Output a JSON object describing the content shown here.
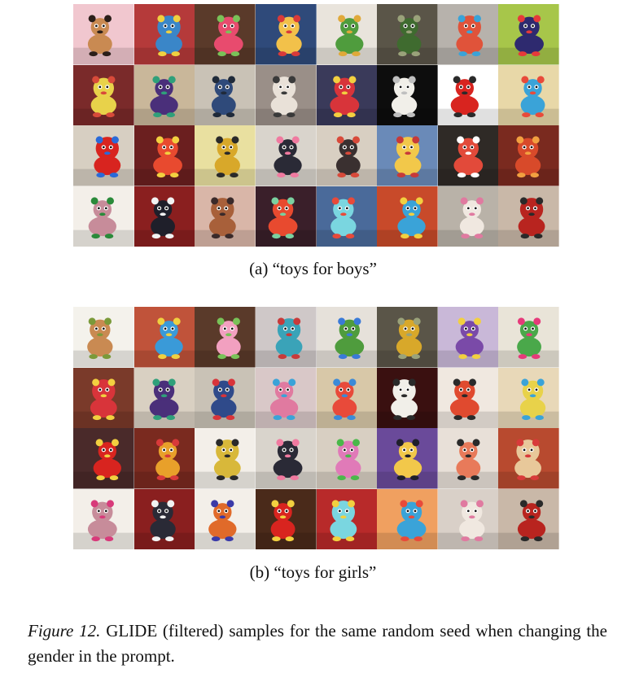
{
  "figure": {
    "number_label": "Figure 12.",
    "caption_text": "GLIDE (filtered) samples for the same random seed when changing the gender in the prompt."
  },
  "panels": [
    {
      "id": "a",
      "caption": "(a) “toys for boys”",
      "images": [
        {
          "bg": "#f1c7cf",
          "fg": "#c98a52",
          "accent": "#2b1f1a"
        },
        {
          "bg": "#b53a3a",
          "fg": "#3a86c8",
          "accent": "#f0d040"
        },
        {
          "bg": "#5a3a2a",
          "fg": "#e84b6e",
          "accent": "#79c258"
        },
        {
          "bg": "#2f4a7a",
          "fg": "#f2c14a",
          "accent": "#d83a3a"
        },
        {
          "bg": "#e9e4dc",
          "fg": "#4f9c3d",
          "accent": "#e0a93a"
        },
        {
          "bg": "#5a5548",
          "fg": "#3f6b2f",
          "accent": "#9aa27a"
        },
        {
          "bg": "#b7b2ac",
          "fg": "#e0533a",
          "accent": "#3aa3d8"
        },
        {
          "bg": "#a7c64a",
          "fg": "#2e2a6f",
          "accent": "#e63a3a"
        },
        {
          "bg": "#7a2a2a",
          "fg": "#e8d24a",
          "accent": "#d84a3a"
        },
        {
          "bg": "#c9b79a",
          "fg": "#4a2f7a",
          "accent": "#2fa07a"
        },
        {
          "bg": "#c9c2b6",
          "fg": "#2f4a7a",
          "accent": "#1f2a3a"
        },
        {
          "bg": "#9a8f88",
          "fg": "#e9e1d8",
          "accent": "#3a3a3a"
        },
        {
          "bg": "#3a3a5a",
          "fg": "#d8343a",
          "accent": "#f2d040"
        },
        {
          "bg": "#0d0d0d",
          "fg": "#f1efe9",
          "accent": "#bfbfbf"
        },
        {
          "bg": "#ffffff",
          "fg": "#d8241f",
          "accent": "#2a2a2a"
        },
        {
          "bg": "#e8d8a8",
          "fg": "#3aa3d8",
          "accent": "#e84a3a"
        },
        {
          "bg": "#d7cfc2",
          "fg": "#d8241f",
          "accent": "#2a6ad8"
        },
        {
          "bg": "#6b1f1f",
          "fg": "#e84a2f",
          "accent": "#f2d040"
        },
        {
          "bg": "#e9e0a0",
          "fg": "#d8a82a",
          "accent": "#2a2a2a"
        },
        {
          "bg": "#d9d4cc",
          "fg": "#2a2a36",
          "accent": "#f07aa0"
        },
        {
          "bg": "#d8cfc2",
          "fg": "#3a3030",
          "accent": "#d84a3a"
        },
        {
          "bg": "#6a8ab8",
          "fg": "#f2c84a",
          "accent": "#c63a3a"
        },
        {
          "bg": "#2f2a26",
          "fg": "#e24a3a",
          "accent": "#ffffff"
        },
        {
          "bg": "#7a2a1f",
          "fg": "#d84a2a",
          "accent": "#f2a040"
        },
        {
          "bg": "#f3efe9",
          "fg": "#c78c9a",
          "accent": "#2a8a3a"
        },
        {
          "bg": "#8a1f1f",
          "fg": "#1f1f2a",
          "accent": "#f2f2f2"
        },
        {
          "bg": "#d9b6a8",
          "fg": "#a8603a",
          "accent": "#3a2a2a"
        },
        {
          "bg": "#3a1f2a",
          "fg": "#e84a2f",
          "accent": "#7ad0a0"
        },
        {
          "bg": "#4a6a9a",
          "fg": "#7ad6e0",
          "accent": "#e84a3a"
        },
        {
          "bg": "#c84a2a",
          "fg": "#3aa3d8",
          "accent": "#f2d040"
        },
        {
          "bg": "#b9b2a8",
          "fg": "#f0e8e0",
          "accent": "#e07aa0"
        },
        {
          "bg": "#c9b8a8",
          "fg": "#b8241f",
          "accent": "#2a2a2a"
        }
      ]
    },
    {
      "id": "b",
      "caption": "(b) “toys for girls”",
      "images": [
        {
          "bg": "#f4f2ec",
          "fg": "#c98a52",
          "accent": "#7a9a3a"
        },
        {
          "bg": "#c0533a",
          "fg": "#3a9ad8",
          "accent": "#f0d040"
        },
        {
          "bg": "#5a3a2a",
          "fg": "#f2a0c0",
          "accent": "#79c258"
        },
        {
          "bg": "#cfc8c8",
          "fg": "#3aa3b8",
          "accent": "#c83a3a"
        },
        {
          "bg": "#e6e1da",
          "fg": "#4f9c3d",
          "accent": "#3a7ad8"
        },
        {
          "bg": "#5a5548",
          "fg": "#d8a82a",
          "accent": "#9aa27a"
        },
        {
          "bg": "#c9b8d8",
          "fg": "#7a4aa8",
          "accent": "#f2d040"
        },
        {
          "bg": "#e9e4d8",
          "fg": "#4aa84a",
          "accent": "#e63a7a"
        },
        {
          "bg": "#7a3a2a",
          "fg": "#d8343a",
          "accent": "#f2d040"
        },
        {
          "bg": "#d9d0c2",
          "fg": "#4a2f7a",
          "accent": "#2fa07a"
        },
        {
          "bg": "#c9c2b6",
          "fg": "#2f4a8a",
          "accent": "#d8343a"
        },
        {
          "bg": "#d9c8c8",
          "fg": "#e07aa0",
          "accent": "#3aa3d8"
        },
        {
          "bg": "#d8c8a8",
          "fg": "#e84a3a",
          "accent": "#3a8ad8"
        },
        {
          "bg": "#3a1010",
          "fg": "#f1efe9",
          "accent": "#2a2a2a"
        },
        {
          "bg": "#f0e8e0",
          "fg": "#e04a2f",
          "accent": "#2a2a2a"
        },
        {
          "bg": "#e8d8b8",
          "fg": "#e8d24a",
          "accent": "#3aa3d8"
        },
        {
          "bg": "#4a2a2a",
          "fg": "#d8241f",
          "accent": "#f2d040"
        },
        {
          "bg": "#7a2a1f",
          "fg": "#e8a02a",
          "accent": "#d83a3a"
        },
        {
          "bg": "#f3efe9",
          "fg": "#d8b83a",
          "accent": "#2a2a2a"
        },
        {
          "bg": "#d9d4cc",
          "fg": "#2a2a36",
          "accent": "#f07aa0"
        },
        {
          "bg": "#d8cfc2",
          "fg": "#e07ab8",
          "accent": "#4ab84a"
        },
        {
          "bg": "#6a4a9a",
          "fg": "#f2c84a",
          "accent": "#1f1f2a"
        },
        {
          "bg": "#e8e0d8",
          "fg": "#e87a5a",
          "accent": "#2a2a2a"
        },
        {
          "bg": "#b84a2f",
          "fg": "#e8c89a",
          "accent": "#d83a3a"
        },
        {
          "bg": "#f3efe9",
          "fg": "#c78c9a",
          "accent": "#d83a7a"
        },
        {
          "bg": "#8a1f1f",
          "fg": "#2a2a36",
          "accent": "#f2f2f2"
        },
        {
          "bg": "#f3efe9",
          "fg": "#e06a2a",
          "accent": "#3a3aa8"
        },
        {
          "bg": "#4a2a1a",
          "fg": "#d8241f",
          "accent": "#f2d040"
        },
        {
          "bg": "#b82a2a",
          "fg": "#7ad6e0",
          "accent": "#f2d040"
        },
        {
          "bg": "#f0a060",
          "fg": "#3aa3d8",
          "accent": "#e84a3a"
        },
        {
          "bg": "#d9d0c8",
          "fg": "#f0e8e0",
          "accent": "#e07aa0"
        },
        {
          "bg": "#c9b8a8",
          "fg": "#b8241f",
          "accent": "#2a2a2a"
        }
      ]
    }
  ]
}
